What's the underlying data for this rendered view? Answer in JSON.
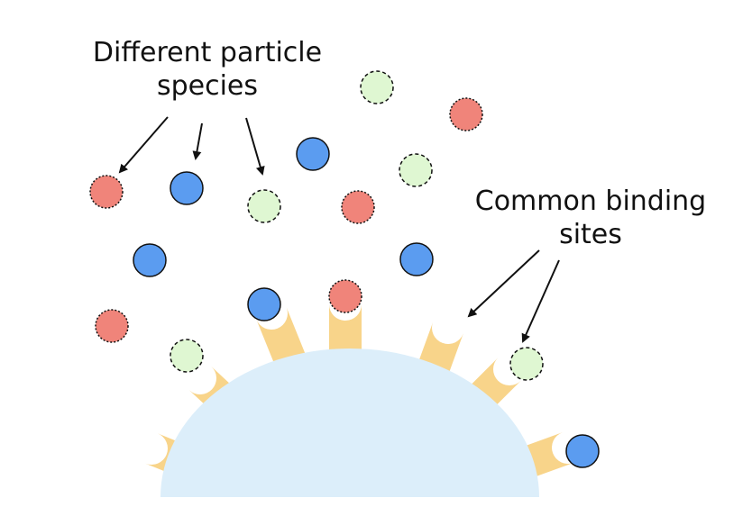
{
  "labels": {
    "particles_line1": "Different particle",
    "particles_line2": "species",
    "sites_line1": "Common binding",
    "sites_line2": "sites"
  },
  "colors": {
    "red_particle": "#f0847a",
    "blue_particle": "#5b9cf0",
    "green_particle": "#dff7d2",
    "receptor": "#f8d48a",
    "surface": "#dceefa",
    "outline": "#111111"
  }
}
